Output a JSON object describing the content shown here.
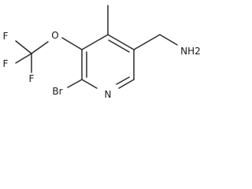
{
  "molecule": {
    "atoms": {
      "F1": "F",
      "F2": "F",
      "F3": "F",
      "O": "O",
      "Br": "Br",
      "N": "N",
      "NH2": "NH2"
    }
  }
}
